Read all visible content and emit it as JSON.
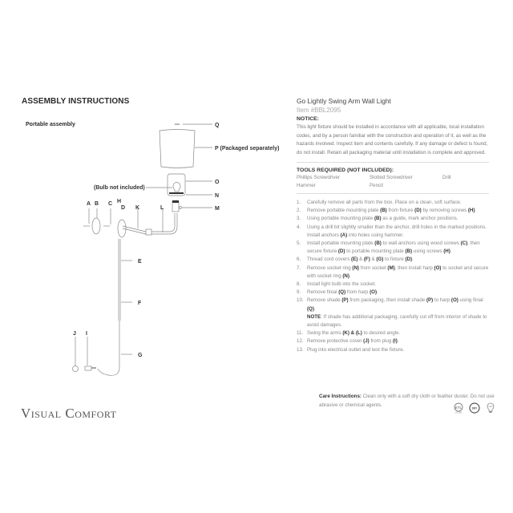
{
  "header": {
    "title": "ASSEMBLY INSTRUCTIONS",
    "subtitle": "Portable assembly"
  },
  "diagram": {
    "labels": {
      "Q": "Q",
      "P": "P (Packaged separately)",
      "O": "O",
      "bulb": "(Bulb not included)",
      "N": "N",
      "M": "M",
      "A": "A",
      "B": "B",
      "C": "C",
      "H": "H",
      "D": "D",
      "K": "K",
      "L": "L",
      "E": "E",
      "F": "F",
      "G": "G",
      "J": "J",
      "I": "I"
    }
  },
  "brand": "Visual Comfort",
  "product": {
    "title": "Go Lightly Swing Arm Wall Light",
    "item_number": "Item #BBL2095"
  },
  "notice": {
    "heading": "NOTICE:",
    "text": "This light fixture should be installed in accordance with all applicable, local installation codes, and by a person familiar with the construction and operation of it, as well as the hazards involved. Inspect item and contents carefully. If any damage or defect is found, do not install. Retain all packaging material until installation is complete and approved."
  },
  "tools": {
    "heading": "TOOLS REQUIRED (NOT INCLUDED):",
    "items": [
      "Phillips Screwdriver",
      "Slotted Screwdriver",
      "Drill",
      "Hammer",
      "Pencil",
      ""
    ]
  },
  "steps": [
    {
      "num": "1.",
      "html": "Carefully remove all parts from the box. Place on a clean, soft surface."
    },
    {
      "num": "2.",
      "html": "Remove portable mounting plate <b>(B)</b> from fixture <b>(D)</b> by removing screws <b>(H)</b>."
    },
    {
      "num": "3.",
      "html": "Using portable mounting plate <b>(B)</b> as a guide, mark anchor positions."
    },
    {
      "num": "4.",
      "html": "Using a drill bit slightly smaller than the anchor, drill holes in the marked positions. Install anchors <b>(A)</b> into holes using hammer."
    },
    {
      "num": "5.",
      "html": "Install portable mounting plate <b>(B)</b> to wall anchors using wood screws <b>(C)</b>, then secure fixture <b>(D)</b> to portable mounting plate <b>(B)</b> using screws <b>(H)</b>."
    },
    {
      "num": "6.",
      "html": "Thread cord covers <b>(E)</b> &amp; <b>(F)</b> &amp; <b>(G)</b> to fixture <b>(D)</b>."
    },
    {
      "num": "7.",
      "html": "Remove socket ring <b>(N)</b> from socket <b>(M)</b>, then install harp <b>(O)</b> to socket and secure with socket ring <b>(N)</b>."
    },
    {
      "num": "8.",
      "html": "Install light bulb into the socket."
    },
    {
      "num": "9.",
      "html": "Remove finial <b>(Q)</b> from harp <b>(O)</b>."
    },
    {
      "num": "10.",
      "html": "Remove shade <b>(P)</b> from packaging, then install shade <b>(P)</b> to harp <b>(O)</b> using finial <b>(Q)</b>.<br><b>NOTE</b>: If shade has additional packaging, carefully cut off from interior of shade to avoid damages."
    },
    {
      "num": "11.",
      "html": "Swing the arms <b>(K) &amp; (L)</b> to desired angle."
    },
    {
      "num": "12.",
      "html": "Remove protective cover <b>(J)</b> from plug <b>(I)</b>."
    },
    {
      "num": "13.",
      "html": "Plug into electrical outlet and test the fixture."
    }
  ],
  "care": {
    "label": "Care Instructions:",
    "text": " Clean only with a soft dry cloth or feather duster. Do not use abrasive or chemical agents."
  },
  "certifications": [
    "etl-listed-icon",
    "dry-rated-icon",
    "led-bulb-icon"
  ]
}
